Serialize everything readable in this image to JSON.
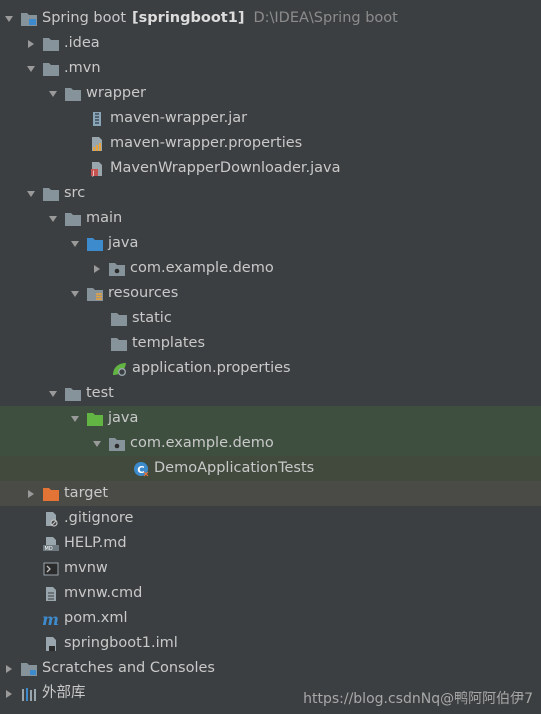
{
  "project": {
    "name": "Spring boot",
    "module": "[springboot1]",
    "path": "D:\\IDEA\\Spring boot"
  },
  "tree": {
    "idea": ".idea",
    "mvn": ".mvn",
    "wrapper": "wrapper",
    "wrapper_jar": "maven-wrapper.jar",
    "wrapper_props": "maven-wrapper.properties",
    "wrapper_downloader": "MavenWrapperDownloader.java",
    "src": "src",
    "main": "main",
    "main_java": "java",
    "main_pkg": "com.example.demo",
    "resources": "resources",
    "static": "static",
    "templates": "templates",
    "app_props": "application.properties",
    "test": "test",
    "test_java": "java",
    "test_pkg": "com.example.demo",
    "test_class": "DemoApplicationTests",
    "target": "target",
    "gitignore": ".gitignore",
    "help": "HELP.md",
    "mvnw": "mvnw",
    "mvnw_cmd": "mvnw.cmd",
    "pom": "pom.xml",
    "iml": "springboot1.iml",
    "scratches": "Scratches and Consoles",
    "external_libs": "外部库"
  },
  "watermark": "https://blog.csdnNq@鸭阿阿伯伊7",
  "colors": {
    "background": "#3c3f41",
    "test_highlight": "#3e4f40",
    "folder_gray": "#87939a",
    "folder_blue": "#3d8bcd",
    "folder_green": "#62b543",
    "folder_orange": "#e47436"
  }
}
